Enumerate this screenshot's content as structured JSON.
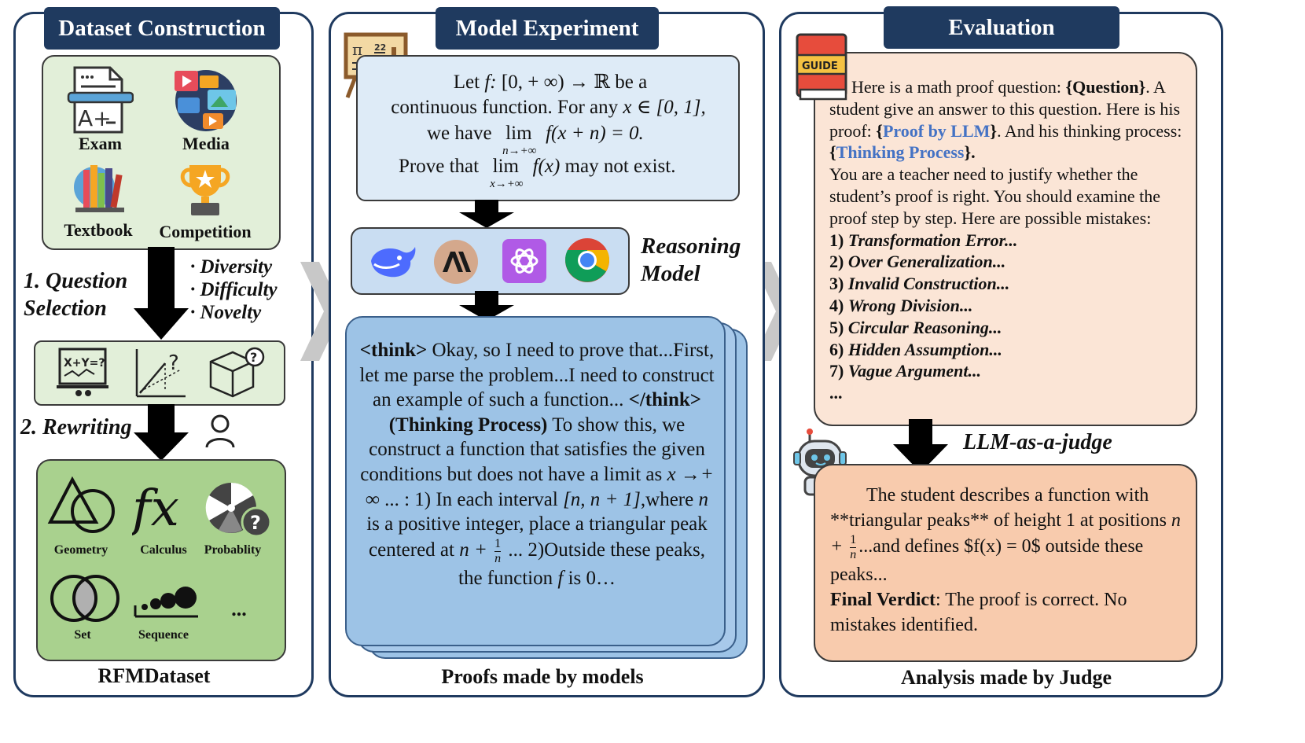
{
  "panels": {
    "dataset": {
      "title": "Dataset Construction",
      "sources": [
        {
          "label": "Exam",
          "icon": "exam-icon"
        },
        {
          "label": "Media",
          "icon": "media-icon"
        },
        {
          "label": "Textbook",
          "icon": "textbook-icon"
        },
        {
          "label": "Competition",
          "icon": "trophy-icon"
        }
      ],
      "step1": "1. Question Selection",
      "criteria": [
        "· Diversity",
        "· Difficulty",
        "· Novelty"
      ],
      "step2": "2. Rewriting",
      "categories": [
        {
          "label": "Geometry",
          "icon": "geometry-icon"
        },
        {
          "label": "Calculus",
          "icon": "calculus-icon"
        },
        {
          "label": "Probablity",
          "icon": "probability-icon"
        },
        {
          "label": "Set",
          "icon": "set-icon"
        },
        {
          "label": "Sequence",
          "icon": "sequence-icon"
        },
        {
          "label": "...",
          "icon": "ellipsis-icon"
        }
      ],
      "footer": "RFMDataset"
    },
    "model": {
      "title": "Model Experiment",
      "question": {
        "line1_pre": "Let ",
        "line1_post": " be a",
        "f_colon": "f:",
        "domain": "[0,  + ∞) → ℝ",
        "line2": "continuous function. For any ",
        "line2_math": "x ∈ [0, 1],",
        "line3_pre": "we have ",
        "lim": "lim",
        "lim_sub1": "n→+∞",
        "line3_expr": "f(x + n) = 0.",
        "line4_pre": "Prove that ",
        "lim_sub2": "x→+∞",
        "line4_expr": "f(x)",
        "line4_post": " may not exist."
      },
      "reasoning_label": "Reasoning Model",
      "models": [
        "deepseek-icon",
        "anthropic-icon",
        "openai-icon",
        "chrome-icon"
      ],
      "proof": {
        "think_open": "<think>",
        "p1": " Okay, so I need to prove that...First, let me parse the problem...I need to construct an example of such a function... ",
        "think_close": "</think>",
        "think_label": "(Thinking Process)",
        "p2": "To show this, we construct a function that satisfies the given conditions but does not have a limit as ",
        "p2_math": "x →+ ∞",
        "p3": " ... : 1) In each interval ",
        "p3_math": "[n, n + 1]",
        "p4": ",where ",
        "p4_n": "n",
        "p5": " is a positive integer, place a triangular peak centered at ",
        "p6_math": "n + ",
        "frac_num": "1",
        "frac_den": "n",
        "p7": " ... 2)Outside these peaks, the function ",
        "p7_f": "f",
        "p8": " is 0…"
      },
      "footer": "Proofs made by models"
    },
    "evaluation": {
      "title": "Evaluation",
      "guide_label": "GUIDE",
      "prompt": {
        "s1": "Here is a math proof question: ",
        "q": "{Question}",
        "s2": ". A student give an answer to this question. Here is his proof: ",
        "proof_open": "{",
        "proof": "Proof by LLM",
        "proof_close": "}",
        "s3": ". And his thinking process: ",
        "think_open": "{",
        "think": "Thinking Process",
        "think_close": "}.",
        "s4": "You are a teacher need to justify whether the student’s proof is right. You should examine the proof step by step. Here are possible mistakes:"
      },
      "mistakes": [
        {
          "num": "1)",
          "text": "Transformation Error..."
        },
        {
          "num": "2)",
          "text": "Over Generalization..."
        },
        {
          "num": "3)",
          "text": "Invalid Construction..."
        },
        {
          "num": "4)",
          "text": "Wrong Division..."
        },
        {
          "num": "5)",
          "text": "Circular Reasoning..."
        },
        {
          "num": "6)",
          "text": "Hidden Assumption..."
        },
        {
          "num": "7)",
          "text": "Vague Argument..."
        }
      ],
      "mistakes_more": "...",
      "judge_label": "LLM-as-a-judge",
      "verdict": {
        "v1": "The student describes a function with **triangular peaks** of height 1 at positions ",
        "v_math": "n + ",
        "frac_num": "1",
        "frac_den": "n",
        "v2": "...and defines $f(x) = 0$ outside these peaks...",
        "final_label": "Final Verdict",
        "final_text": ": The proof is correct. No mistakes identified."
      },
      "footer": "Analysis made by Judge"
    }
  },
  "colors": {
    "navy": "#1f3a5f",
    "light_green": "#e2efd9",
    "green": "#a9d18e",
    "light_blue": "#deebf7",
    "proof_blue": "#9dc3e6",
    "peach": "#fbe5d6",
    "salmon": "#f8cbad",
    "link_blue": "#4472c4"
  }
}
